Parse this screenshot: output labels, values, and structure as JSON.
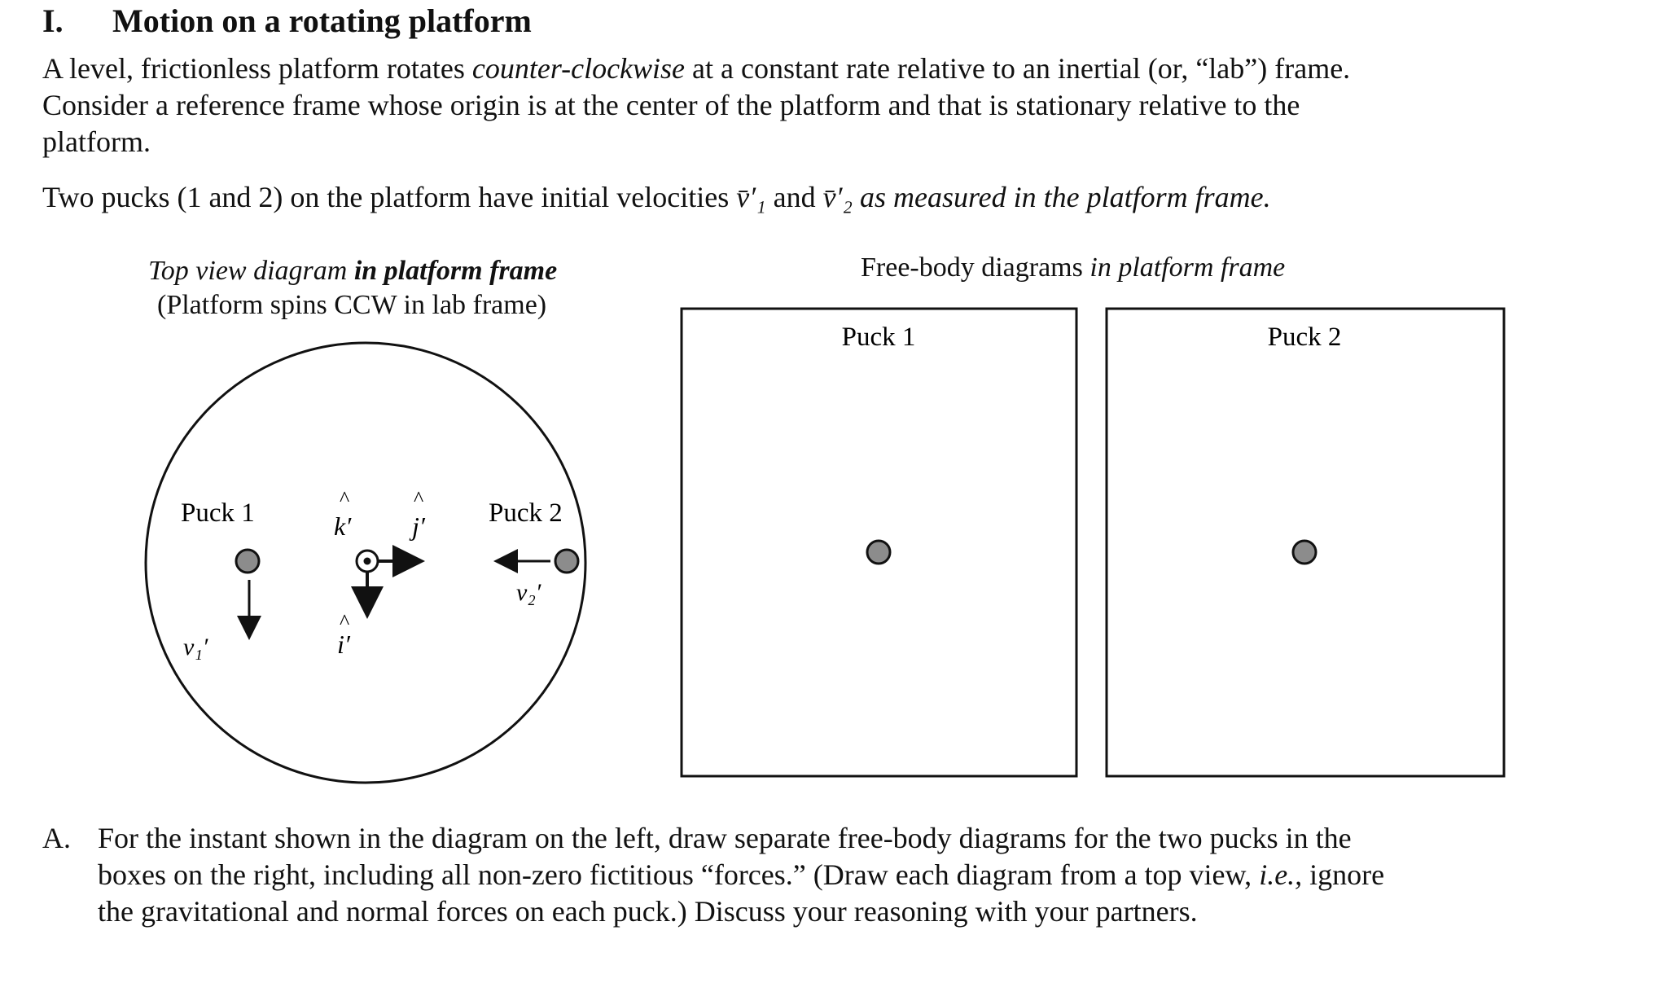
{
  "section": {
    "number": "I.",
    "title": "Motion on a rotating platform"
  },
  "intro": {
    "p1_a": "A level, frictionless platform rotates ",
    "p1_italic": "counter-clockwise",
    "p1_b": " at a constant rate relative to an inertial (or, “lab”) frame.",
    "p1_line2": "Consider a reference frame whose origin is at the center of the platform and that is stationary relative to the",
    "p1_line3": "platform.",
    "p2_a": "Two pucks (1 and 2) on the platform have initial velocities ",
    "v1_symbol": "v̄′₁",
    "p2_and": " and ",
    "v2_symbol": "v̄′₂",
    "p2_italic": " as measured in the platform frame."
  },
  "top_view": {
    "caption_italic": "Top view diagram ",
    "caption_bold": "in platform frame",
    "caption_line2": "(Platform spins CCW in lab frame)",
    "puck1_label": "Puck 1",
    "puck2_label": "Puck 2",
    "k_unit": "k′",
    "j_unit": "j′",
    "i_unit": "i′",
    "hat": "^",
    "v1_label": "v₁′",
    "v2_label": "v₂′",
    "puck_fill": "#8c8c8c"
  },
  "free_body": {
    "caption_a": "Free-body diagrams ",
    "caption_italic": "in platform frame",
    "box1_title": "Puck 1",
    "box2_title": "Puck 2"
  },
  "question_a": {
    "label": "A.",
    "line1": "For the instant shown in the diagram on the left, draw separate free-body diagrams for the two pucks in the",
    "line2_a": "boxes on the right, including all non-zero fictitious “forces.” (Draw each diagram from a top view, ",
    "line2_italic": "i.e.,",
    "line2_b": " ignore",
    "line3": "the gravitational and normal forces on each puck.) Discuss your reasoning with your partners."
  }
}
